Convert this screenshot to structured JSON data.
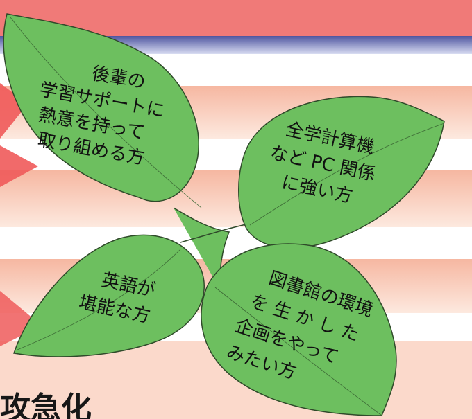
{
  "colors": {
    "top_band": "#f07a78",
    "blue_band": "#5a5fa8",
    "leaf_fill": "#6dbf5f",
    "leaf_stroke": "#2f4a2a",
    "arrow": "#ef5a5a"
  },
  "leaves": {
    "top_left": {
      "lines": [
        "後輩の",
        "学習サポートに",
        "熱意を持って",
        "取り組める方"
      ]
    },
    "top_right": {
      "lines": [
        "全学計算機",
        "など PC 関係",
        "に強い方"
      ]
    },
    "bottom_left": {
      "lines": [
        "英語が",
        "堪能な方"
      ]
    },
    "bottom_right": {
      "lines": [
        "図書館の環境",
        "を 生 か し た",
        "企画をやって",
        "みたい方"
      ]
    }
  },
  "bottom_title": "攻急化"
}
